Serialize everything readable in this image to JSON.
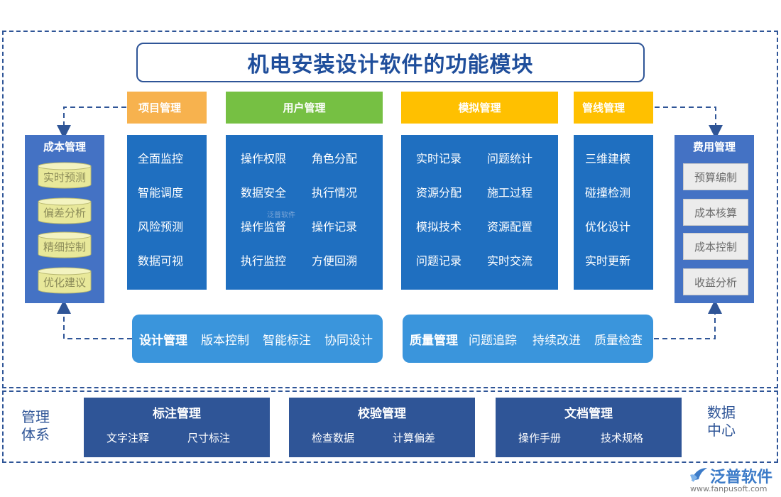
{
  "title": "机电安装设计软件的功能模块",
  "modules": [
    {
      "header": "项目管理",
      "color": "#f7b24e",
      "items": [
        "全面监控",
        "智能调度",
        "风险预测",
        "数据可视"
      ]
    },
    {
      "header": "用户管理",
      "color": "#76c043",
      "items": [
        "操作权限",
        "角色分配",
        "数据安全",
        "执行情况",
        "操作监督",
        "操作记录",
        "执行监控",
        "方便回溯"
      ]
    },
    {
      "header": "模拟管理",
      "color": "#ffc000",
      "items": [
        "实时记录",
        "问题统计",
        "资源分配",
        "施工过程",
        "模拟技术",
        "资源配置",
        "问题记录",
        "实时交流"
      ]
    },
    {
      "header": "管线管理",
      "color": "#ffc000",
      "items": [
        "三维建模",
        "碰撞检测",
        "优化设计",
        "实时更新"
      ]
    }
  ],
  "cost": {
    "title": "成本管理",
    "items": [
      "实时预测",
      "偏差分析",
      "精细控制",
      "优化建议"
    ]
  },
  "fee": {
    "title": "费用管理",
    "items": [
      "预算编制",
      "成本核算",
      "成本控制",
      "收益分析"
    ]
  },
  "design": {
    "title": "设计管理",
    "items": [
      "版本控制",
      "智能标注",
      "协同设计"
    ]
  },
  "quality": {
    "title": "质量管理",
    "items": [
      "问题追踪",
      "持续改进",
      "质量检查"
    ]
  },
  "bottom": [
    {
      "title": "标注管理",
      "items": [
        "文字注释",
        "尺寸标注"
      ]
    },
    {
      "title": "校验管理",
      "items": [
        "检查数据",
        "计算偏差"
      ]
    },
    {
      "title": "文档管理",
      "items": [
        "操作手册",
        "技术规格"
      ]
    }
  ],
  "left_label": [
    "管理",
    "体系"
  ],
  "right_label": [
    "数据",
    "中心"
  ],
  "watermark": "泛普软件",
  "logo": {
    "name": "泛普软件",
    "url": "www.fanpusoft.com"
  },
  "colors": {
    "navy": "#2f5597",
    "blue": "#1f6fc0",
    "side": "#4472c4",
    "pill": "#3a95dc"
  }
}
